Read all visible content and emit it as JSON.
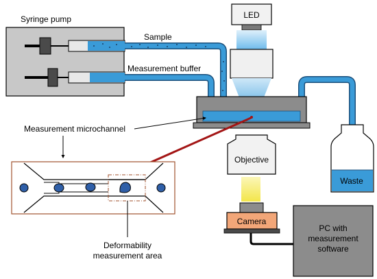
{
  "labels": {
    "syringe_pump": "Syringe pump",
    "sample": "Sample",
    "measurement_buffer": "Measurement buffer",
    "led": "LED",
    "measurement_microchannel": "Measurement microchannel",
    "objective": "Objective",
    "waste": "Waste",
    "camera": "Camera",
    "pc_line1": "PC with",
    "pc_line2": "measurement",
    "pc_line3": "software",
    "deform_line1": "Deformability",
    "deform_line2": "measurement area"
  },
  "colors": {
    "tube_blue": "#3a9bd8",
    "tube_outline": "#1c4f7a",
    "pump_gray": "#c8c8c8",
    "chamber_gray": "#8c8c8c",
    "led_glow": "#bfe0f6",
    "camera_fill": "#f2a678",
    "light_yellow": "#f7ef7e",
    "pointer_red": "#a31515",
    "channel_border": "#a0522d",
    "cell_blue": "#2f5fa8"
  },
  "icons": [
    "syringe-icon",
    "led-icon",
    "objective-lens-icon",
    "camera-icon",
    "computer-icon",
    "waste-bottle-icon",
    "cell-icon"
  ]
}
